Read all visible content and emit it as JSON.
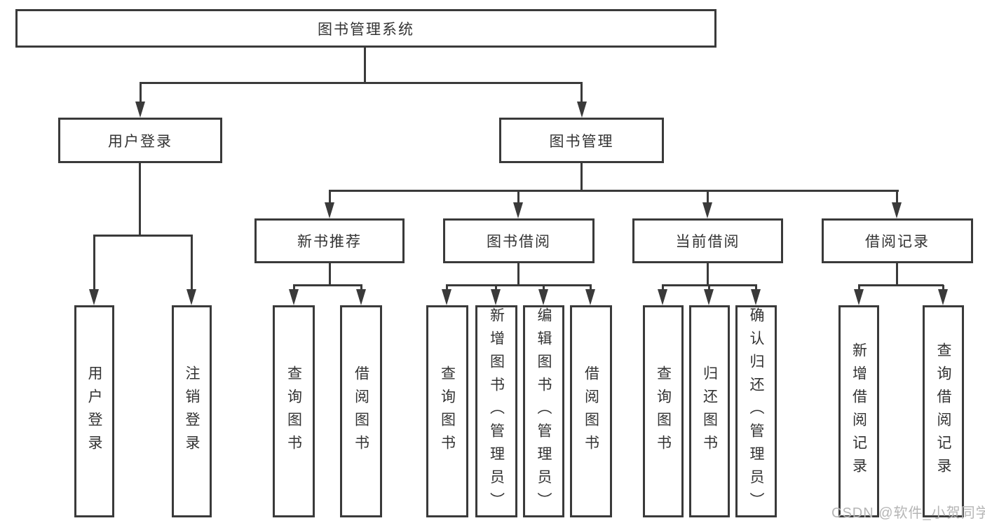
{
  "tree": {
    "root": {
      "label": "图书管理系统"
    },
    "user_login": {
      "label": "用户登录",
      "children": [
        "用户登录",
        "注销登录"
      ]
    },
    "book_mgmt": {
      "label": "图书管理",
      "groups": {
        "new_books": {
          "label": "新书推荐",
          "children": [
            "查询图书",
            "借阅图书"
          ]
        },
        "book_borrow": {
          "label": "图书借阅",
          "children": [
            "查询图书",
            "新增图书（管理员）",
            "编辑图书（管理员）",
            "借阅图书"
          ]
        },
        "current_borrow": {
          "label": "当前借阅",
          "children": [
            "查询图书",
            "归还图书",
            "确认归还（管理员）"
          ]
        },
        "borrow_records": {
          "label": "借阅记录",
          "children": [
            "新增借阅记录",
            "查询借阅记录"
          ]
        }
      }
    }
  },
  "watermark": "CSDN @软件_小贺同学",
  "colors": {
    "line": "#3a3a3a",
    "text": "#333333",
    "watermark": "#b5b5b5",
    "background": "#ffffff"
  }
}
